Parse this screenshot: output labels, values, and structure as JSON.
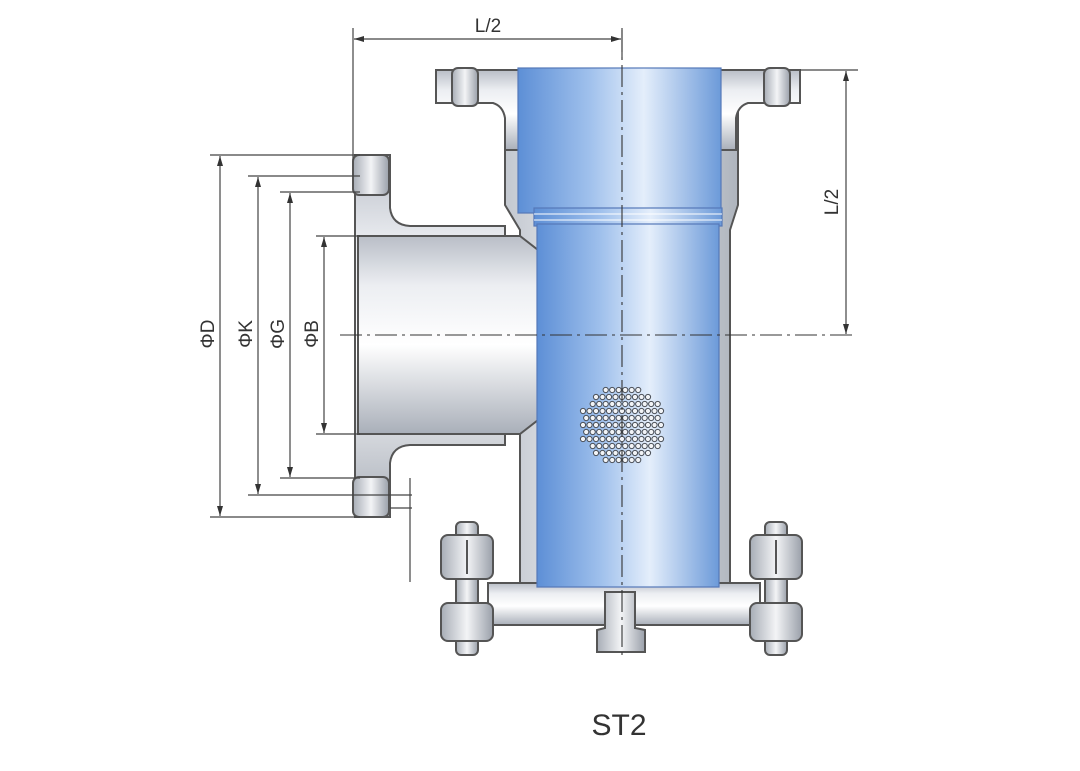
{
  "diagram": {
    "caption": "ST2",
    "dimensions": {
      "half_length_top": "L/2",
      "half_length_side": "L/2",
      "dia_d": "ΦD",
      "dia_k": "ΦK",
      "dia_g": "ΦG",
      "dia_b": "ΦB"
    }
  },
  "colors": {
    "metal": "#d7dbe2",
    "metal_dark": "#9ea4ae",
    "pipe_blue": "#5d8fd6",
    "pipe_blue_light": "#e4eefb",
    "outline": "#555555",
    "dimension_line": "#333333"
  }
}
